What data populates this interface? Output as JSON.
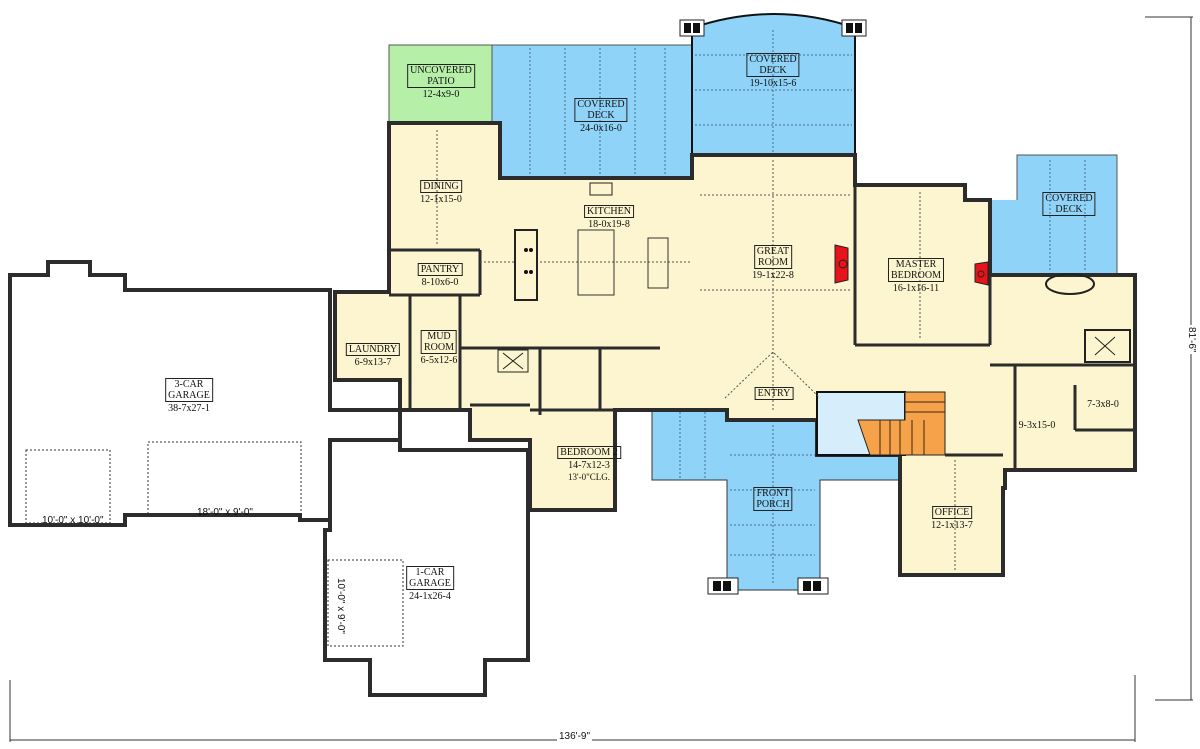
{
  "plan": {
    "overall_width": "136'-9\"",
    "overall_depth": "81'-6\"",
    "colors": {
      "living": "#fdf5cf",
      "covered_outdoor": "#8fd4f8",
      "uncovered_outdoor": "#b6f0a8",
      "stairs": "#f5a24a",
      "fireplace": "#e8131a",
      "open_to_below": "#d6eefb",
      "wall": "#2c2c2c",
      "garage": "#ffffff"
    },
    "rooms": [
      {
        "id": "uncovered-patio",
        "name": "UNCOVERED PATIO",
        "line1": "UNCOVERED",
        "line2": "PATIO",
        "dims": "12-4x9-0"
      },
      {
        "id": "covered-deck-rear",
        "name": "COVERED DECK",
        "line1": "COVERED",
        "line2": "DECK",
        "dims": "24-0x16-0"
      },
      {
        "id": "covered-deck-bay",
        "name": "COVERED DECK",
        "line1": "COVERED",
        "line2": "DECK",
        "dims": "19-10x15-6"
      },
      {
        "id": "covered-deck-master",
        "name": "COVERED DECK",
        "line1": "COVERED",
        "line2": "DECK",
        "dims": ""
      },
      {
        "id": "dining",
        "name": "DINING",
        "line1": "DINING",
        "dims": "12-1x15-0"
      },
      {
        "id": "kitchen",
        "name": "KITCHEN",
        "line1": "KITCHEN",
        "dims": "18-0x19-8"
      },
      {
        "id": "great-room",
        "name": "GREAT ROOM",
        "line1": "GREAT",
        "line2": "ROOM",
        "dims": "19-1x22-8"
      },
      {
        "id": "master-bedroom",
        "name": "MASTER BEDROOM",
        "line1": "MASTER",
        "line2": "BEDROOM",
        "dims": "16-1x16-11"
      },
      {
        "id": "pantry",
        "name": "PANTRY",
        "line1": "PANTRY",
        "dims": "8-10x6-0"
      },
      {
        "id": "laundry",
        "name": "LAUNDRY",
        "line1": "LAUNDRY",
        "dims": "6-9x13-7"
      },
      {
        "id": "mud-room",
        "name": "MUD ROOM",
        "line1": "MUD",
        "line2": "ROOM",
        "dims": "6-5x12-6"
      },
      {
        "id": "three-car-garage",
        "name": "3-CAR GARAGE",
        "line1": "3-CAR",
        "line2": "GARAGE",
        "dims": "38-7x27-1"
      },
      {
        "id": "one-car-garage",
        "name": "1-CAR GARAGE",
        "line1": "1-CAR",
        "line2": "GARAGE",
        "dims": "24-1x26-4"
      },
      {
        "id": "bedroom-2",
        "name": "BEDROOM 2",
        "line1": "BEDROOM 2",
        "dims": "14-7x12-3",
        "note": "13'-0\"CLG."
      },
      {
        "id": "entry",
        "name": "ENTRY",
        "line1": "ENTRY",
        "dims": ""
      },
      {
        "id": "front-porch",
        "name": "FRONT PORCH",
        "line1": "FRONT",
        "line2": "PORCH",
        "dims": ""
      },
      {
        "id": "office",
        "name": "OFFICE",
        "line1": "OFFICE",
        "dims": "12-1x13-7"
      },
      {
        "id": "master-closet",
        "name": "",
        "dims": "9-3x15-0"
      },
      {
        "id": "master-closet-2",
        "name": "",
        "dims": "7-3x8-0"
      }
    ],
    "garage_doors": [
      {
        "id": "garage-door-single",
        "size": "10'-0\" x 10'-0\""
      },
      {
        "id": "garage-door-double",
        "size": "18'-0\" x 9'-0\""
      },
      {
        "id": "garage-door-side",
        "size": "10'-0\" x 9'-0\""
      }
    ]
  }
}
